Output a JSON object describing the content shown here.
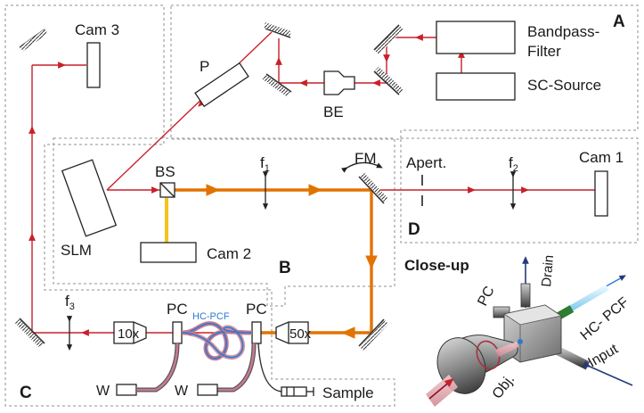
{
  "regions": {
    "A": "A",
    "B": "B",
    "C": "C",
    "D": "D"
  },
  "labels": {
    "cam3": "Cam 3",
    "polarizer": "P",
    "bandpass_line1": "Bandpass-",
    "bandpass_line2": "Filter",
    "sc_source": "SC-Source",
    "beam_expander": "BE",
    "slm": "SLM",
    "beam_splitter": "BS",
    "lens_f1": "f",
    "lens_f1_sub": "1",
    "flip_mirror": "FM",
    "aperture": "Apert.",
    "lens_f2": "f",
    "lens_f2_sub": "2",
    "cam1": "Cam 1",
    "cam2": "Cam 2",
    "closeup": "Close-up",
    "lens_f3": "f",
    "lens_f3_sub": "3",
    "obj10": "10x",
    "pc_left": "PC",
    "pc_right": "PC",
    "fiber": "HC-PCF",
    "obj50": "50x",
    "waste_left": "W",
    "waste_right": "W",
    "sample": "Sample",
    "cu_pc": "PC",
    "cu_drain": "Drain",
    "cu_fiber": "HC- PCF",
    "cu_input": "Input",
    "cu_obj": "Obj."
  },
  "colors": {
    "beam_red": "#c8202a",
    "beam_orange": "#e27300",
    "beam_yellow": "#f4c21b",
    "fiber_blue": "#2a7ad0",
    "fiber_pink": "#c87a90",
    "region_border": "#a8a8a8",
    "arrow_navy": "#253a7a"
  }
}
